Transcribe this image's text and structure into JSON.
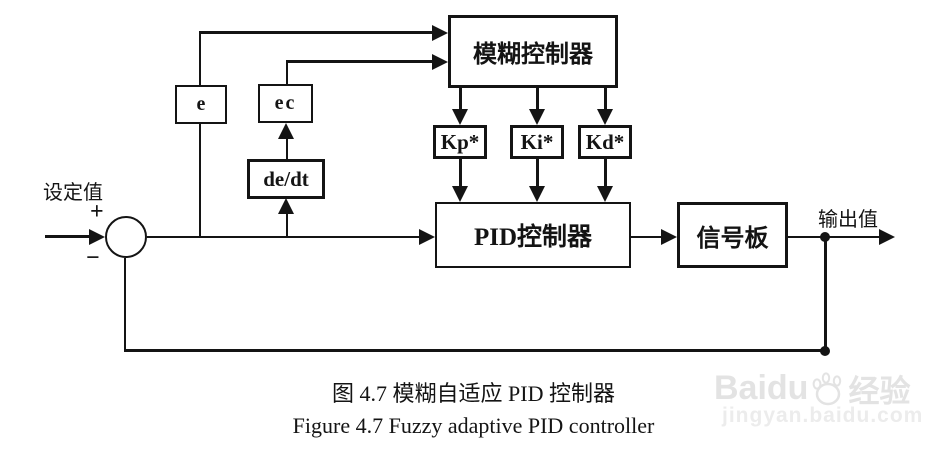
{
  "diagram": {
    "labels": {
      "setpoint": "设定值",
      "output": "输出值",
      "plus": "+",
      "minus": "−"
    },
    "blocks": {
      "fuzzy": "模糊控制器",
      "e": "e",
      "ec": "ec",
      "dedt": "de/dt",
      "kp": "Kp*",
      "ki": "Ki*",
      "kd": "Kd*",
      "pid": "PID控制器",
      "signal": "信号板"
    },
    "caption": {
      "zh": "图 4.7  模糊自适应 PID 控制器",
      "en": "Figure 4.7 Fuzzy adaptive PID controller"
    },
    "watermark": {
      "brand": "Baidu",
      "suffix": "经验",
      "url": "jingyan.baidu.com"
    },
    "colors": {
      "line": "#141414",
      "background": "#ffffff",
      "watermark": "#e3e3e3"
    }
  }
}
